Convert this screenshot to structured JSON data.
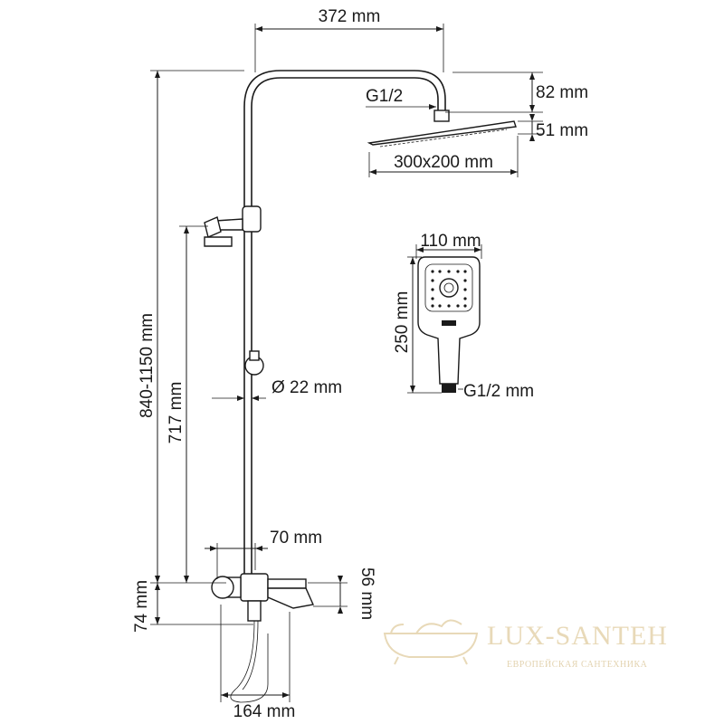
{
  "dimensions": {
    "arm_width": "372 mm",
    "head_height": "82 mm",
    "connection": "G1/2",
    "head_thickness": "51 mm",
    "head_size": "300x200 mm",
    "hand_width": "110 mm",
    "hand_length": "250 mm",
    "hand_connection": "G1/2 mm",
    "pipe_diameter": "Ø 22 mm",
    "total_height": "840-1150 mm",
    "holder_height": "717 mm",
    "mixer_offset": "70 mm",
    "mixer_height": "74 mm",
    "spout_height": "56 mm",
    "bottom_width": "164 mm"
  },
  "logo": {
    "name": "LUX-SANTEH",
    "tagline": "ЕВРОПЕЙСКАЯ САНТЕХНИКА",
    "color": "#e8d9b8"
  }
}
